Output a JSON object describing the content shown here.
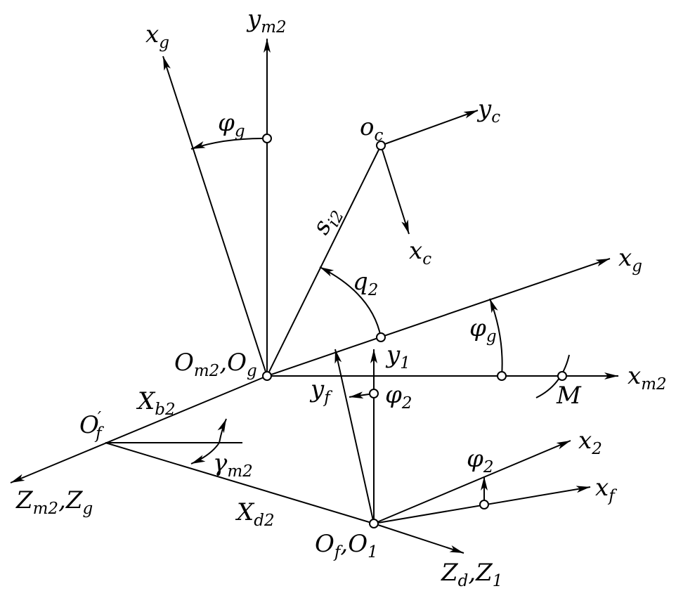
{
  "labels": {
    "x_g_upper": {
      "main": "x",
      "sub": "g"
    },
    "y_m2": {
      "main": "y",
      "sub": "m2"
    },
    "o_c": {
      "main": "o",
      "sub": "c"
    },
    "y_c": {
      "main": "y",
      "sub": "c"
    },
    "x_c": {
      "main": "x",
      "sub": "c"
    },
    "s_i2": {
      "main": "s",
      "sub": "i2"
    },
    "phi_g_upper": {
      "main": "φ",
      "sub": "g"
    },
    "q_2": {
      "main": "q",
      "sub": "2"
    },
    "x_g_right": {
      "main": "x",
      "sub": "g"
    },
    "phi_g_right": {
      "main": "φ",
      "sub": "g"
    },
    "o_m2_o_g": {
      "m1": "O",
      "s1": "m2",
      "sep": ",",
      "m2": "O",
      "s2": "g"
    },
    "y_1": {
      "main": "y",
      "sub": "1"
    },
    "y_f": {
      "main": "y",
      "sub": "f"
    },
    "phi_2_center": {
      "main": "φ",
      "sub": "2"
    },
    "x_m2": {
      "main": "x",
      "sub": "m2"
    },
    "m_point": {
      "main": "M"
    },
    "x_b2": {
      "main": "X",
      "sub": "b2"
    },
    "o_f_prime": {
      "main": "O",
      "sup": "′",
      "sub": "f"
    },
    "gamma_m2": {
      "main": "γ",
      "sub": "m2"
    },
    "z_m2_z_g": {
      "m1": "Z",
      "s1": "m2",
      "sep": ",",
      "m2": "Z",
      "s2": "g"
    },
    "x_d2": {
      "main": "X",
      "sub": "d2"
    },
    "x_2": {
      "main": "x",
      "sub": "2"
    },
    "phi_2_lower": {
      "main": "φ",
      "sub": "2"
    },
    "x_f": {
      "main": "x",
      "sub": "f"
    },
    "o_f_o_1": {
      "m1": "O",
      "s1": "f",
      "sep": ",",
      "m2": "O",
      "s2": "1"
    },
    "z_d_z_1": {
      "m1": "Z",
      "s1": "d",
      "sep": ",",
      "m2": "Z",
      "s2": "1"
    }
  }
}
